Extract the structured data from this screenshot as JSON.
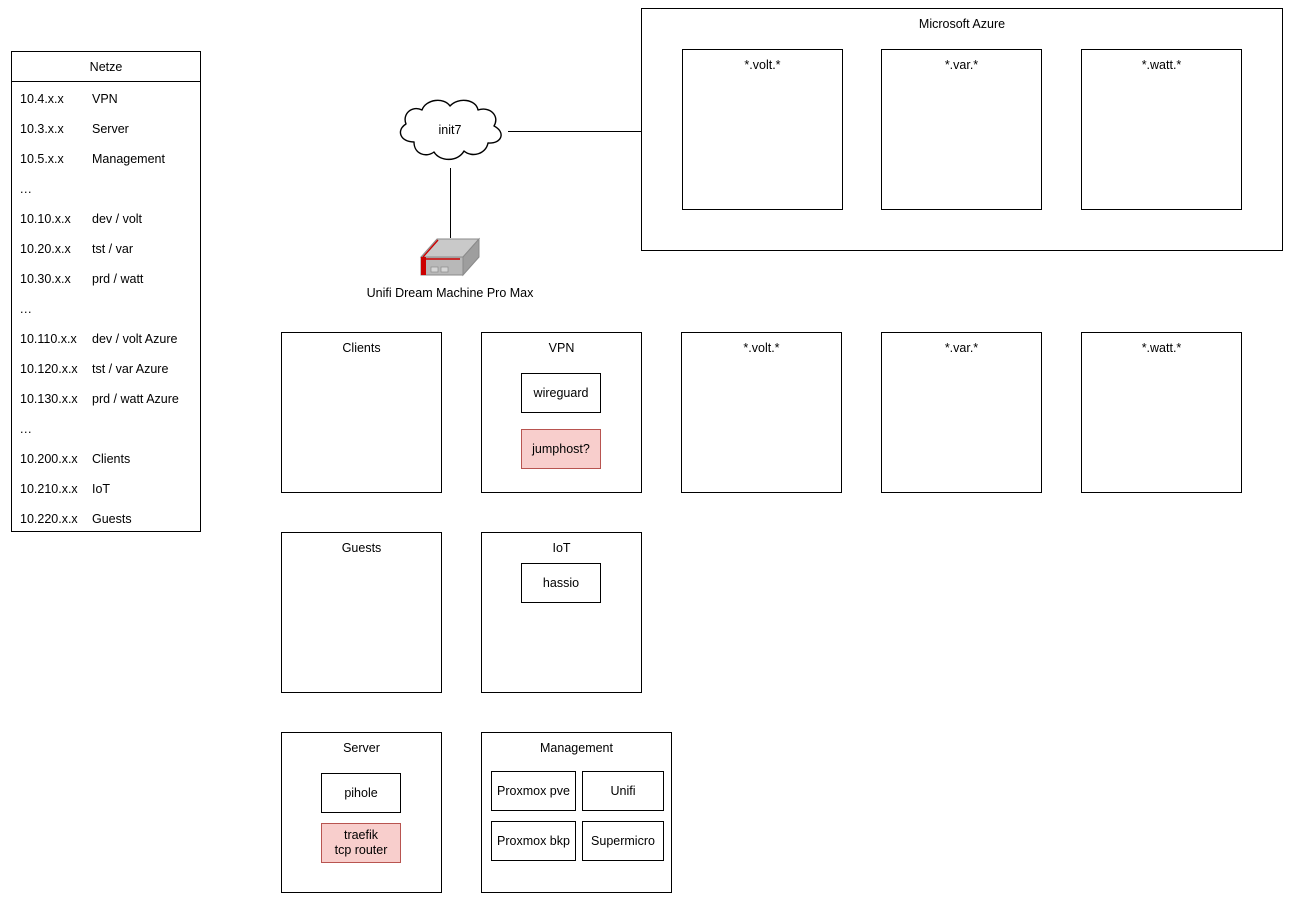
{
  "legend": {
    "title": "Netze",
    "rows": [
      {
        "cidr": "10.4.x.x",
        "name": "VPN"
      },
      {
        "cidr": "10.3.x.x",
        "name": "Server"
      },
      {
        "cidr": "10.5.x.x",
        "name": "Management"
      },
      {
        "cidr": "...",
        "name": ""
      },
      {
        "cidr": "10.10.x.x",
        "name": "dev / volt"
      },
      {
        "cidr": "10.20.x.x",
        "name": "tst / var"
      },
      {
        "cidr": "10.30.x.x",
        "name": "prd / watt"
      },
      {
        "cidr": "...",
        "name": ""
      },
      {
        "cidr": "10.110.x.x",
        "name": "dev / volt Azure"
      },
      {
        "cidr": "10.120.x.x",
        "name": "tst / var Azure"
      },
      {
        "cidr": "10.130.x.x",
        "name": "prd / watt Azure"
      },
      {
        "cidr": "...",
        "name": ""
      },
      {
        "cidr": "10.200.x.x",
        "name": "Clients"
      },
      {
        "cidr": "10.210.x.x",
        "name": "IoT"
      },
      {
        "cidr": "10.220.x.x",
        "name": "Guests"
      }
    ]
  },
  "cloud": {
    "label": "init7"
  },
  "router": {
    "label": "Unifi Dream Machine Pro Max",
    "icon": "router-device-icon"
  },
  "azure": {
    "title": "Microsoft Azure",
    "zones": [
      {
        "title": "*.volt.*"
      },
      {
        "title": "*.var.*"
      },
      {
        "title": "*.watt.*"
      }
    ]
  },
  "vlans": {
    "row1": [
      {
        "title": "Clients",
        "nodes": []
      },
      {
        "title": "VPN",
        "nodes": [
          {
            "label": "wireguard",
            "highlight": false
          },
          {
            "label": "jumphost?",
            "highlight": true
          }
        ]
      },
      {
        "title": "*.volt.*",
        "nodes": []
      },
      {
        "title": "*.var.*",
        "nodes": []
      },
      {
        "title": "*.watt.*",
        "nodes": []
      }
    ],
    "row2": [
      {
        "title": "Guests",
        "nodes": []
      },
      {
        "title": "IoT",
        "nodes": [
          {
            "label": "hassio",
            "highlight": false
          }
        ]
      }
    ],
    "row3": [
      {
        "title": "Server",
        "nodes": [
          {
            "label": "pihole",
            "highlight": false
          },
          {
            "label": "traefik\ntcp router",
            "highlight": true
          }
        ]
      },
      {
        "title": "Management",
        "nodes": [
          {
            "label": "Proxmox pve",
            "highlight": false
          },
          {
            "label": "Unifi",
            "highlight": false
          },
          {
            "label": "Proxmox bkp",
            "highlight": false
          },
          {
            "label": "Supermicro",
            "highlight": false
          }
        ]
      }
    ]
  },
  "colors": {
    "stroke": "#000000",
    "background": "#ffffff",
    "highlight_fill": "#f8cecc",
    "highlight_stroke": "#b85450",
    "router_body": "#b3b3b3",
    "router_accent": "#cc0000"
  }
}
